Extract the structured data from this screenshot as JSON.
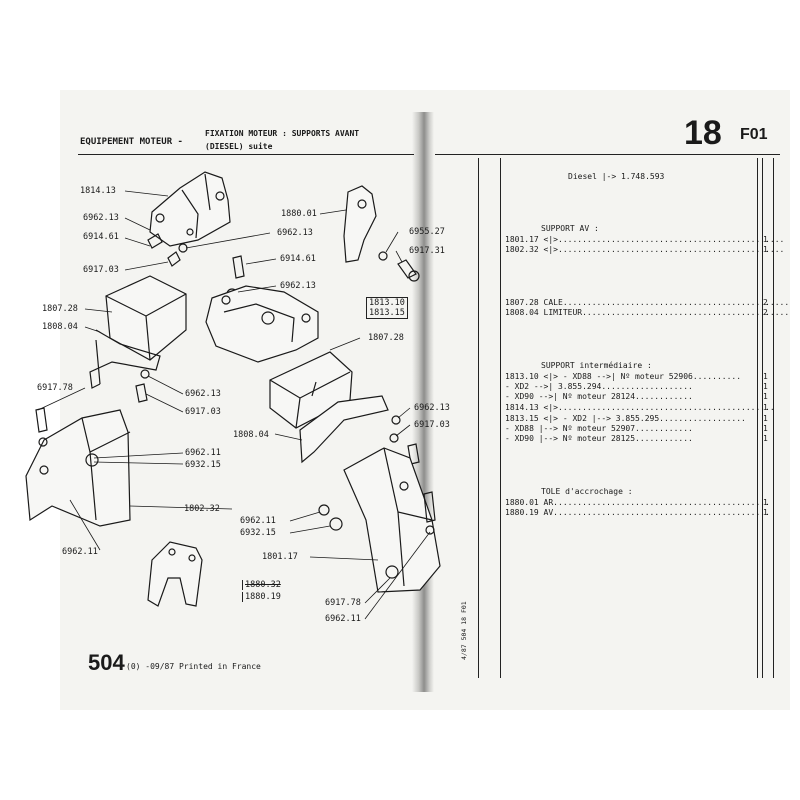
{
  "header": {
    "title": "EQUIPEMENT MOTEUR -",
    "subtitle_line1": "FIXATION MOTEUR : SUPPORTS AVANT",
    "subtitle_line2": "(DIESEL) suite",
    "section_number": "18",
    "section_code": "F01"
  },
  "footer": {
    "page_number": "504",
    "printed": "(0) -09/87 Printed in France"
  },
  "side_text": "4/87  504  18 F01",
  "diagram_labels": {
    "l1814_13": "1814.13",
    "l6962_13a": "6962.13",
    "l6914_61a": "6914.61",
    "l6917_03a": "6917.03",
    "l1880_01": "1880.01",
    "l6962_13b": "6962.13",
    "l6955_27": "6955.27",
    "l6917_31": "6917.31",
    "l6914_61b": "6914.61",
    "l6962_13c": "6962.13",
    "l1807_28a": "1807.28",
    "l1808_04a": "1808.04",
    "l1813_10": "1813.10",
    "l1813_15": "1813.15",
    "l1807_28b": "1807.28",
    "l6917_78a": "6917.78",
    "l6962_13d": "6962.13",
    "l6917_03b": "6917.03",
    "l6962_13e": "6962.13",
    "l6917_03c": "6917.03",
    "l1808_04b": "1808.04",
    "l6962_11a": "6962.11",
    "l6932_15a": "6932.15",
    "l1802_32": "1802.32",
    "l6962_11b": "6962.11",
    "l6932_15b": "6932.15",
    "l1801_17": "1801.17",
    "l6962_11c": "6962.11",
    "l1880_32": "1880.32",
    "l1880_19": "1880.19",
    "l6917_78b": "6917.78",
    "l6962_11d": "6962.11"
  },
  "parts_list": {
    "diesel_note": "Diesel |-> 1.748.593",
    "sections": [
      {
        "heading": "SUPPORT AV :",
        "rows": [
          {
            "ref": "1801.17",
            "text": "<|>...............................................",
            "qty": "1"
          },
          {
            "ref": "1802.32",
            "text": "<|>...............................................",
            "qty": "1"
          }
        ]
      },
      {
        "heading": "",
        "rows": [
          {
            "ref": "1807.28",
            "text": "CALE...............................................",
            "qty": "2"
          },
          {
            "ref": "1808.04",
            "text": "LIMITEUR...........................................",
            "qty": "2"
          }
        ]
      },
      {
        "heading": "SUPPORT intermédiaire :",
        "rows": [
          {
            "ref": "1813.10",
            "text": "<|> - XD88 -->| Nº moteur 52906..........",
            "qty": "1"
          },
          {
            "ref": "",
            "text": "    - XD2 -->| 3.855.294...................",
            "qty": "1"
          },
          {
            "ref": "",
            "text": "    - XD90 -->| Nº moteur 28124............",
            "qty": "1"
          },
          {
            "ref": "1814.13",
            "text": "<|>.............................................",
            "qty": "1"
          },
          {
            "ref": "1813.15",
            "text": "<|> - XD2 |--> 3.855.295..................",
            "qty": "1"
          },
          {
            "ref": "",
            "text": "    - XD88 |--> Nº moteur 52907............",
            "qty": "1"
          },
          {
            "ref": "",
            "text": "    - XD90 |--> Nº moteur 28125............",
            "qty": "1"
          }
        ]
      },
      {
        "heading": "TOLE d'accrochage :",
        "rows": [
          {
            "ref": "1880.01",
            "text": "AR.............................................",
            "qty": "1"
          },
          {
            "ref": "1880.19",
            "text": "AV.............................................",
            "qty": "1"
          }
        ]
      }
    ]
  }
}
